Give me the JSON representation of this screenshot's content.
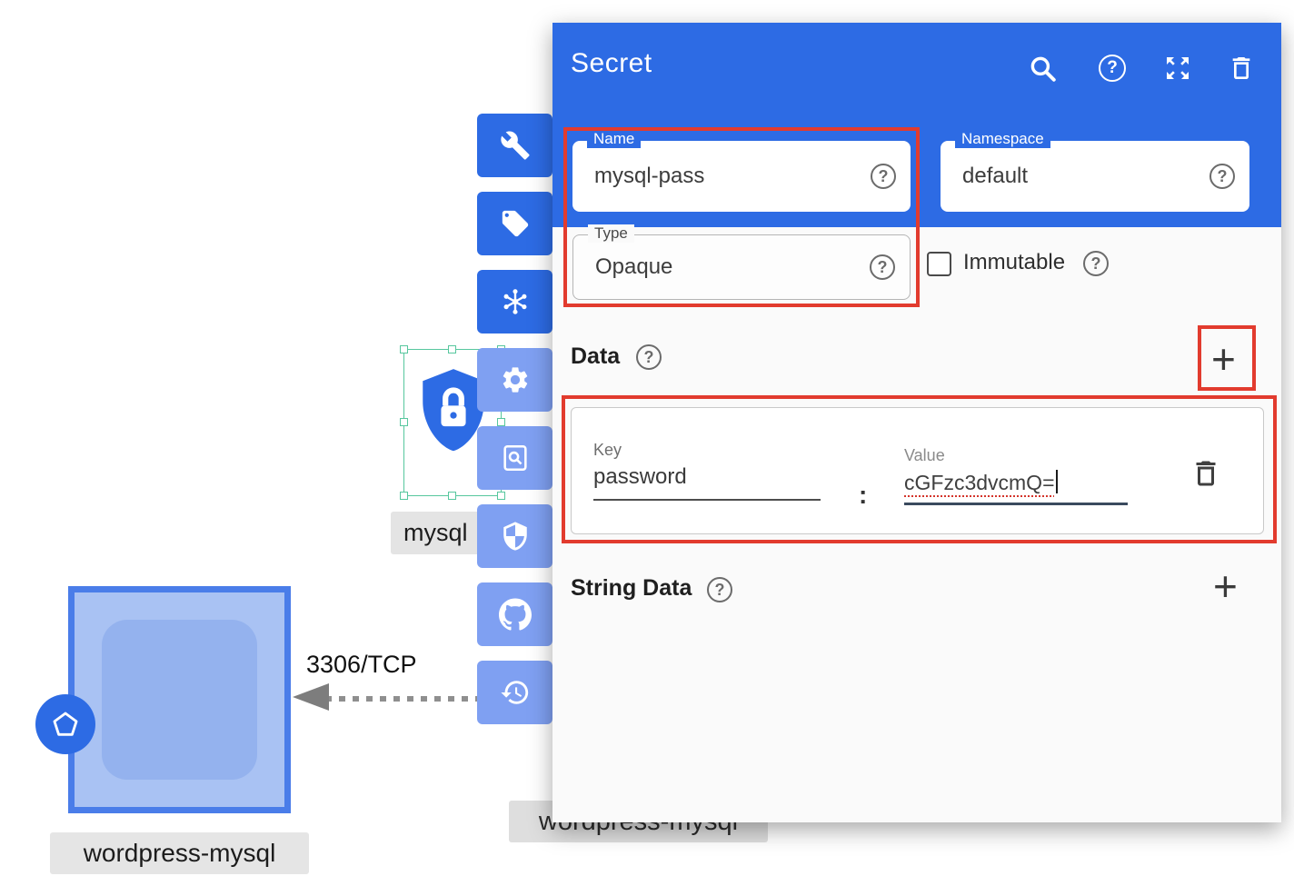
{
  "dialog": {
    "title": "Secret",
    "header_icons": [
      "search",
      "help",
      "fullscreen",
      "delete"
    ],
    "fields": {
      "name": {
        "label": "Name",
        "value": "mysql-pass"
      },
      "namespace": {
        "label": "Namespace",
        "value": "default"
      },
      "type": {
        "label": "Type",
        "value": "Opaque"
      },
      "immutable": {
        "label": "Immutable",
        "checked": false
      }
    },
    "data": {
      "heading": "Data",
      "row": {
        "key_label": "Key",
        "key": "password",
        "separator": ":",
        "value_label": "Value",
        "value": "cGFzc3dvcmQ="
      }
    },
    "string_data": {
      "heading": "String Data"
    }
  },
  "canvas": {
    "edge_label": "3306/TCP",
    "secret_node_label": "mysql",
    "pod_node_label": "wordpress-mysql",
    "occluded_label": "wordpress-mysql"
  },
  "toolbar_icons": [
    "wrench",
    "tag",
    "hub",
    "gear",
    "preview",
    "shield",
    "github",
    "history"
  ],
  "icons": {
    "help_glyph": "?",
    "plus_glyph": "+"
  },
  "colors": {
    "primary_blue": "#2d6be4",
    "toolbar_light_blue": "#7fa0f2",
    "highlight_red": "#e23b2e",
    "node_border_blue": "#4a7de9",
    "node_fill_blue": "#a9c2f3",
    "selection_teal": "#57c79e"
  }
}
